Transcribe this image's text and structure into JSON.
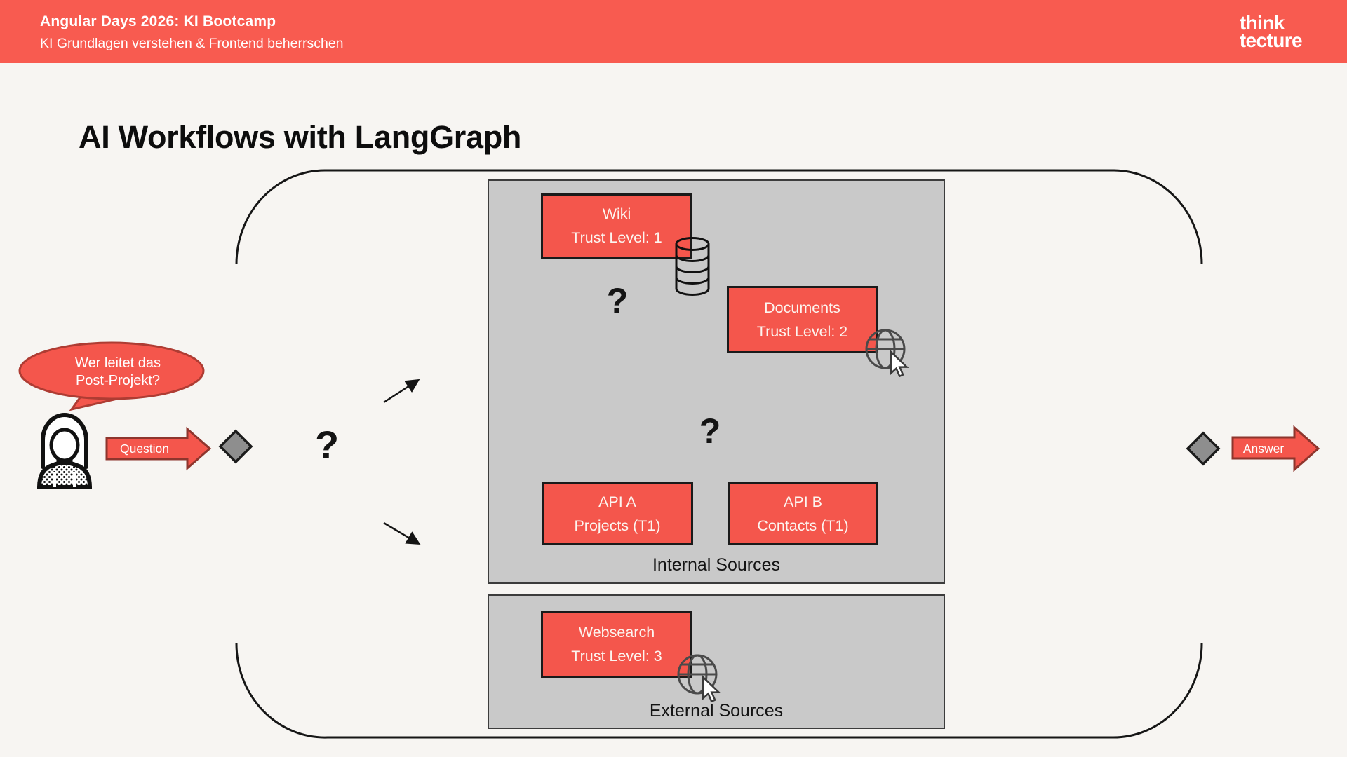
{
  "header": {
    "title": "Angular Days 2026: KI Bootcamp",
    "subtitle": "KI Grundlagen verstehen & Frontend beherrschen",
    "logo": {
      "line1": "think",
      "line2": "tecture"
    }
  },
  "slide_title": "AI Workflows with LangGraph",
  "actor": {
    "speech_line1": "Wer leitet das",
    "speech_line2": "Post-Projekt?"
  },
  "flow": {
    "question_arrow": "Question",
    "answer_arrow": "Answer",
    "decision_marks": {
      "root": "?",
      "internal_top": "?",
      "internal_bottom": "?"
    }
  },
  "groups": {
    "internal": {
      "label": "Internal Sources",
      "nodes": {
        "wiki": {
          "title": "Wiki",
          "subtitle": "Trust Level: 1"
        },
        "documents": {
          "title": "Documents",
          "subtitle": "Trust Level: 2"
        },
        "api_a": {
          "title": "API A",
          "subtitle": "Projects (T1)"
        },
        "api_b": {
          "title": "API B",
          "subtitle": "Contacts (T1)"
        }
      }
    },
    "external": {
      "label": "External Sources",
      "nodes": {
        "websearch": {
          "title": "Websearch",
          "subtitle": "Trust Level: 3"
        }
      }
    }
  },
  "icons": {
    "user": "person-icon",
    "database": "database-icon",
    "globe_click": "globe-cursor-icon"
  },
  "colors": {
    "header_bg": "#F85B50",
    "node_fill": "#F4564C",
    "node_border": "#1A1A1A",
    "dark_red_border": "#8E352D",
    "group_fill": "#C9C9C9",
    "group_border": "#3C3C3C",
    "diamond_fill": "#8E8E8E",
    "background": "#F7F5F2",
    "ink": "#141414"
  }
}
